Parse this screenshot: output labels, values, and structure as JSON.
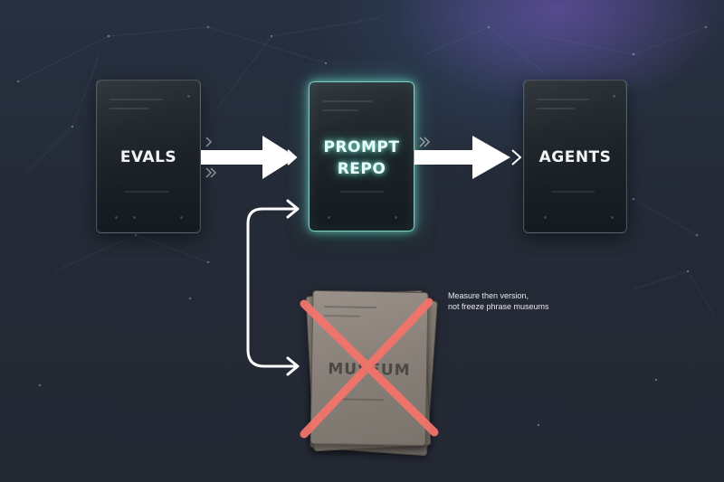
{
  "nodes": {
    "evals": {
      "label": "EVALS"
    },
    "prompt_repo": {
      "label_line1": "PROMPT",
      "label_line2": "REPO"
    },
    "agents": {
      "label": "AGENTS"
    },
    "museum": {
      "label": "MUSEUM",
      "crossed_out": true
    }
  },
  "annotation": {
    "line1": "Measure then version,",
    "line2": "not freeze phrase museums"
  },
  "colors": {
    "background": "#232833",
    "glow": "#7fe6d4",
    "arrow": "#ffffff",
    "cross": "#f2746a",
    "paper": "#8a8279"
  },
  "icons": [
    "chevron-right-icon",
    "arrow-right-icon",
    "cross-icon"
  ]
}
